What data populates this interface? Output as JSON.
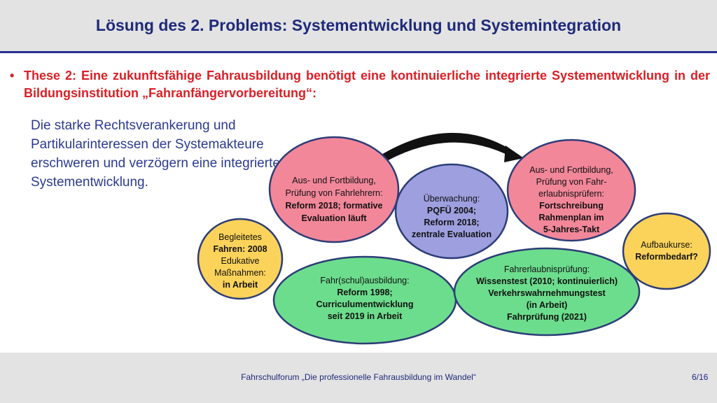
{
  "slide": {
    "title": "Lösung des 2. Problems: Systementwicklung und Systemintegration",
    "bullet_symbol": "•",
    "thesis": "These 2: Eine zukunftsfähige Fahrausbildung benötigt eine kontinuierliche integrierte Systementwicklung in der Bildungsinstitution „Fahranfängervorbereitung“:",
    "arrow_symbol": "",
    "arrow_text": "Die starke Rechtsverankerung und Partikularinteressen der Systemakteure erschweren und verzögern eine integrierte Systementwicklung.",
    "footer": "Fahrschulforum „Die professionelle Fahrausbildung im Wandel“",
    "page_number": "6/16"
  },
  "diagram": {
    "colors": {
      "pink": "#f2879a",
      "purple": "#9d9fdf",
      "green": "#6cdd8d",
      "yellow": "#fbd35a",
      "stroke": "#2c3d77"
    },
    "ellipses": {
      "fahrlehrer": {
        "lines": [
          "Aus- und Fortbildung,",
          "Prüfung von Fahrlehrern:",
          "Reform 2018; formative",
          "Evaluation läuft"
        ]
      },
      "ueberwachung": {
        "lines": [
          "Überwachung:",
          "PQFÜ 2004;",
          "Reform 2018;",
          "zentrale Evaluation"
        ]
      },
      "pruefer": {
        "lines": [
          "Aus- und Fortbildung,",
          "Prüfung von Fahr-",
          "erlaubnisprüfern:",
          "Fortschreibung",
          "Rahmenplan im",
          "5-Jahres-Takt"
        ]
      },
      "begleitet": {
        "lines": [
          "Begleitetes",
          "Fahren: 2008",
          "Edukative",
          "Maßnahmen:",
          "in Arbeit"
        ]
      },
      "aufbau": {
        "lines": [
          "Aufbaukurse:",
          "Reformbedarf?"
        ]
      },
      "fahrschul": {
        "lines": [
          "Fahr(schul)ausbildung:",
          "Reform 1998;",
          "Curriculumentwicklung",
          "seit 2019 in Arbeit"
        ]
      },
      "fahrerlaubnis": {
        "lines": [
          "Fahrerlaubnisprüfung:",
          "Wissenstest (2010; kontinuierlich)",
          "Verkehrswahrnehmungstest",
          "(in Arbeit)",
          "Fahrprüfung (2021)"
        ]
      }
    }
  }
}
